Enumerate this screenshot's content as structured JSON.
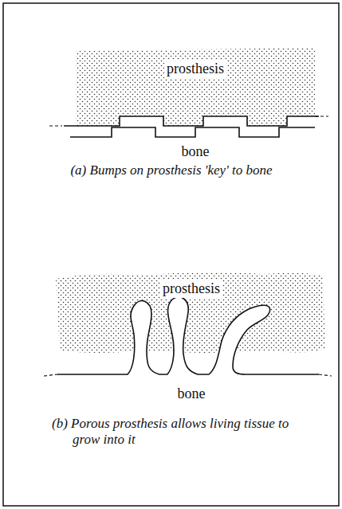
{
  "diagram": {
    "labels": [
      "prosthesis",
      "bone",
      "(a) Bumps on prosthesis 'key' to bone",
      "prosthesis",
      "bone",
      "(b) Porous prosthesis allows living tissue to grow into it"
    ]
  }
}
